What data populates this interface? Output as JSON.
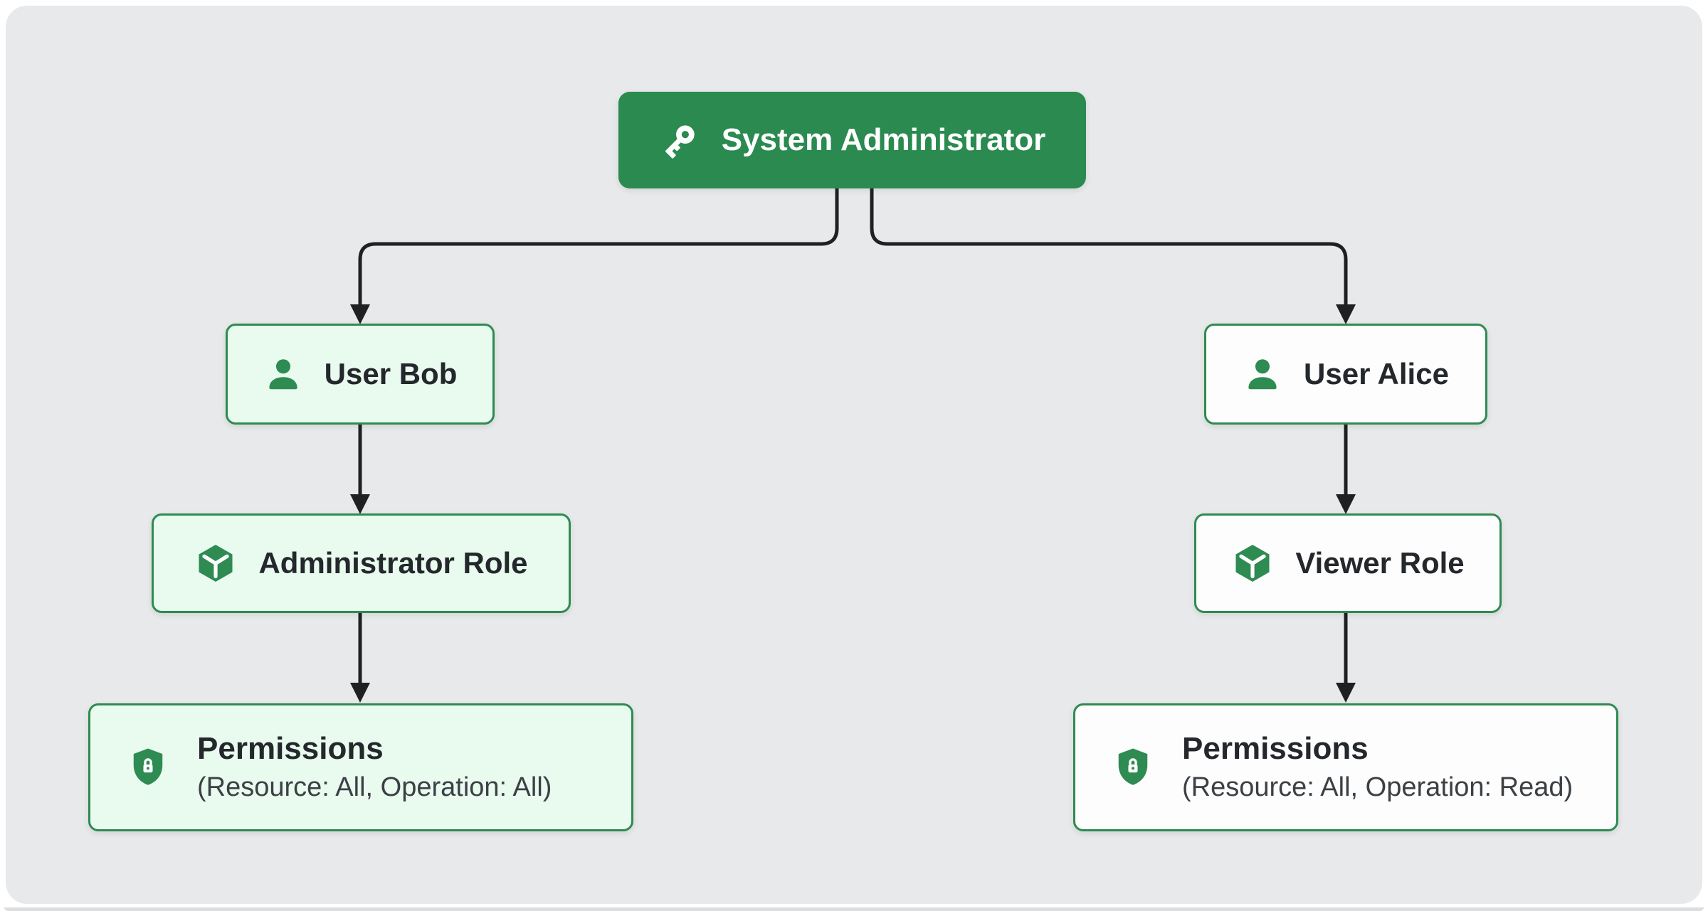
{
  "colors": {
    "page_bg": "#ffffff",
    "canvas_bg": "#e8e9ea",
    "accent_green": "#2a8a4f",
    "node_border_green": "#2e8b52",
    "node_bg_light_green": "#e9faef",
    "node_bg_white": "#fdfdfd",
    "text_primary": "#24272b",
    "text_secondary": "#3b4045",
    "connector": "#1f2022",
    "icon_white": "#ffffff"
  },
  "nodes": {
    "system_admin": {
      "label": "System Administrator",
      "icon": "key-icon"
    },
    "user_bob": {
      "label": "User Bob",
      "icon": "person-icon"
    },
    "user_alice": {
      "label": "User Alice",
      "icon": "person-icon"
    },
    "admin_role": {
      "label": "Administrator Role",
      "icon": "cube-icon"
    },
    "viewer_role": {
      "label": "Viewer Role",
      "icon": "cube-icon"
    },
    "perm_admin": {
      "title": "Permissions",
      "detail": "(Resource: All, Operation: All)",
      "icon": "shield-lock-icon"
    },
    "perm_viewer": {
      "title": "Permissions",
      "detail": "(Resource: All, Operation: Read)",
      "icon": "shield-lock-icon"
    }
  },
  "edges": [
    {
      "from": "system_admin",
      "to": "user_bob"
    },
    {
      "from": "system_admin",
      "to": "user_alice"
    },
    {
      "from": "user_bob",
      "to": "admin_role"
    },
    {
      "from": "user_alice",
      "to": "viewer_role"
    },
    {
      "from": "admin_role",
      "to": "perm_admin"
    },
    {
      "from": "viewer_role",
      "to": "perm_viewer"
    }
  ]
}
